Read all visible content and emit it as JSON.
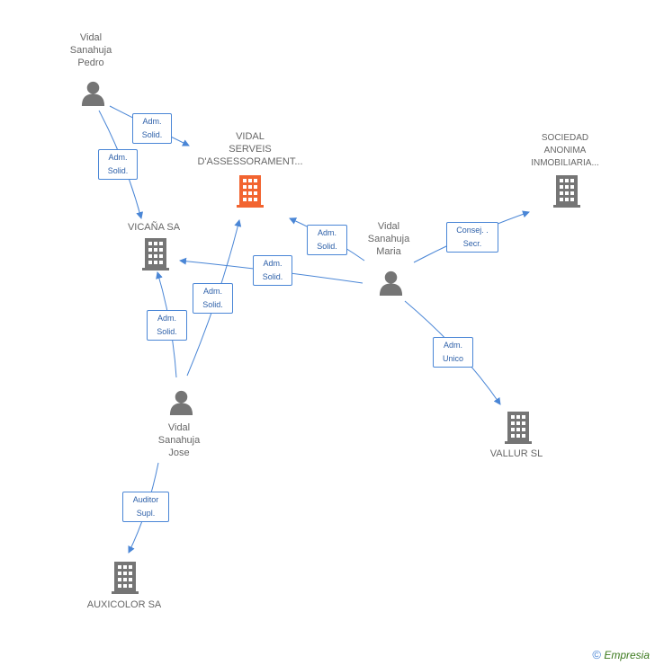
{
  "nodes": {
    "pedro": {
      "label": "Vidal\nSanahuja\nPedro",
      "icon": "person-icon"
    },
    "vidal_serveis": {
      "label": "VIDAL\nSERVEIS\nD'ASSESSORAMENT...",
      "icon": "building-icon",
      "color": "#f26430"
    },
    "sociedad": {
      "label": "SOCIEDAD\nANONIMA\nINMOBILIARIA...",
      "icon": "building-icon"
    },
    "vicana": {
      "label": "VICAÑA SA",
      "icon": "building-icon"
    },
    "maria": {
      "label": "Vidal\nSanahuja\nMaria",
      "icon": "person-icon"
    },
    "jose": {
      "label": "Vidal\nSanahuja\nJose",
      "icon": "person-icon"
    },
    "vallur": {
      "label": "VALLUR SL",
      "icon": "building-icon"
    },
    "auxicolor": {
      "label": "AUXICOLOR SA",
      "icon": "building-icon"
    }
  },
  "edges": {
    "pedro_serveis": "Adm.\nSolid.",
    "pedro_vicana": "Adm.\nSolid.",
    "maria_serveis": "Adm.\nSolid.",
    "maria_vicana": "Adm.\nSolid.",
    "maria_sociedad": "Consej. .\nSecr.",
    "maria_vallur": "Adm.\nUnico",
    "jose_serveis": "Adm.\nSolid.",
    "jose_vicana": "Adm.\nSolid.",
    "jose_auxicolor": "Auditor\nSupl."
  },
  "colors": {
    "edge": "#4a86d6",
    "icon": "#757575",
    "highlight": "#f26430"
  },
  "footer": {
    "copyright": "©",
    "brand": "Empresia"
  }
}
